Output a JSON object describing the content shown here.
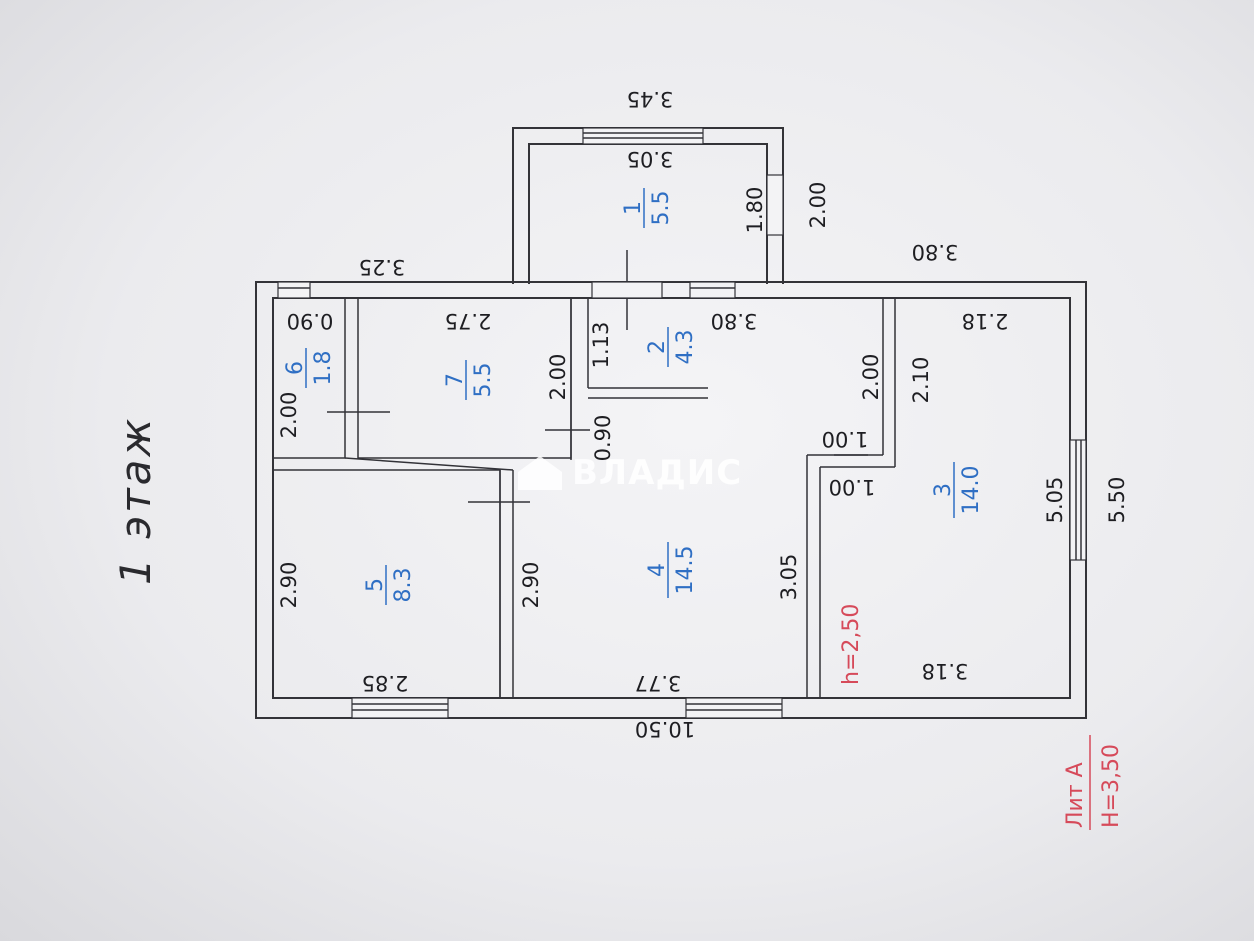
{
  "floor_title": "1 этаж",
  "lit": {
    "name": "Лит А",
    "height": "H=3,50"
  },
  "ceiling": "h=2,50",
  "watermark": "ВЛАДИС",
  "rooms": [
    {
      "num": "1",
      "area": "5.5"
    },
    {
      "num": "2",
      "area": "4.3"
    },
    {
      "num": "3",
      "area": "14.0"
    },
    {
      "num": "4",
      "area": "14.5"
    },
    {
      "num": "5",
      "area": "8.3"
    },
    {
      "num": "6",
      "area": "1.8"
    },
    {
      "num": "7",
      "area": "5.5"
    }
  ],
  "dims": {
    "outer_top": "10.50",
    "outer_right": "5.50",
    "left_ext": "3.25",
    "right_ext": "3.80",
    "annex_outer": "3.45",
    "annex_inner": "3.05",
    "annex_w1": "1.80",
    "annex_w2": "2.00",
    "r6_w": "0.90",
    "r6_h": "2.00",
    "r7_w": "2.75",
    "r7_h": "2.00",
    "r2_w": "3.80",
    "r2_h1": "1.13",
    "r2_h2": "0.90",
    "r2_h3": "2.00",
    "r3_w1": "2.18",
    "r3_h1": "2.10",
    "r3_d1": "1.00",
    "r3_d2": "1.00",
    "r3_h2": "5.05",
    "r3_w2": "3.18",
    "r5_h1": "2.90",
    "r5_h2": "2.90",
    "r5_w": "2.85",
    "r4_w": "3.77",
    "r4_h": "3.05"
  }
}
